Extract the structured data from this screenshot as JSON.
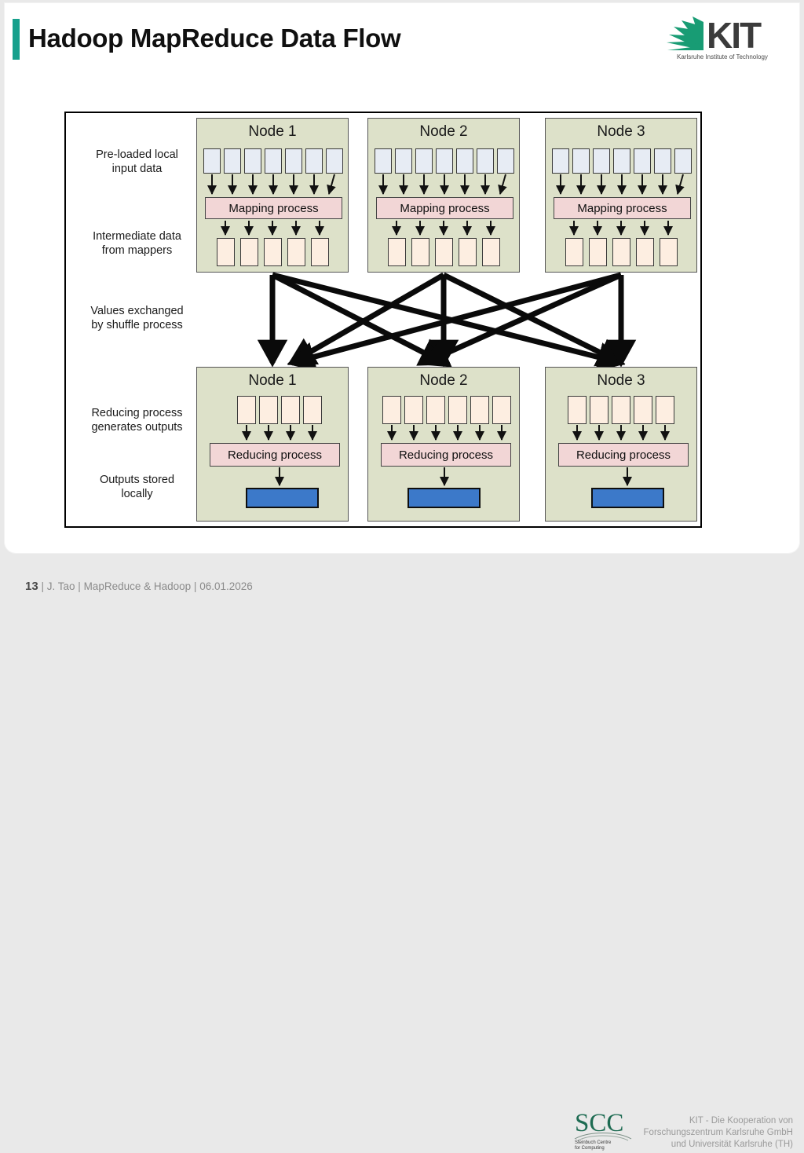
{
  "page": {
    "background_color": "#e9e9e9",
    "slide_background": "#ffffff",
    "accent_color": "#17a08c"
  },
  "header": {
    "title": "Hadoop MapReduce Data Flow",
    "logo": {
      "wordmark": "KIT",
      "subtitle": "Karlsruhe Institute of Technology",
      "ray_color": "#189c74",
      "word_color": "#3b3b3b"
    }
  },
  "diagram": {
    "row_labels": [
      {
        "line1": "Pre-loaded local",
        "line2": "input data"
      },
      {
        "line1": "Intermediate data",
        "line2": "from mappers"
      },
      {
        "line1": "Values exchanged",
        "line2": "by shuffle process"
      },
      {
        "line1": "Reducing process",
        "line2": "generates outputs"
      },
      {
        "line1": "Outputs stored",
        "line2": "locally"
      }
    ],
    "colors": {
      "node_fill": "#dde1c9",
      "input_block_fill": "#e7ecf4",
      "intermediate_block_fill": "#fdeee1",
      "process_fill": "#f2d6d6",
      "output_fill": "#3c79c9",
      "stroke": "#000000"
    },
    "mapper_nodes": [
      {
        "title": "Node 1",
        "process_label": "Mapping process",
        "input_blocks": 7,
        "output_blocks": 5
      },
      {
        "title": "Node 2",
        "process_label": "Mapping process",
        "input_blocks": 7,
        "output_blocks": 5
      },
      {
        "title": "Node 3",
        "process_label": "Mapping process",
        "input_blocks": 7,
        "output_blocks": 5
      }
    ],
    "reducer_nodes": [
      {
        "title": "Node 1",
        "process_label": "Reducing process",
        "input_blocks": 4,
        "has_output": true
      },
      {
        "title": "Node 2",
        "process_label": "Reducing process",
        "input_blocks": 6,
        "has_output": true
      },
      {
        "title": "Node 3",
        "process_label": "Reducing process",
        "input_blocks": 5,
        "has_output": true
      }
    ],
    "shuffle": {
      "description": "Full crossbar: each mapper node sends values to each reducer node",
      "arrow_count": 9,
      "sources": 3,
      "targets": 3
    }
  },
  "footer": {
    "page_number": "13",
    "separator": "|",
    "author": "J. Tao",
    "topic": "MapReduce & Hadoop",
    "date": "06.01.2026",
    "scc_logo": {
      "wordmark": "SCC",
      "subtitle_line1": "Steinbuch Centre",
      "subtitle_line2": "for Computing",
      "color": "#1d6b52"
    },
    "affiliation": {
      "line1": "KIT - Die Kooperation von",
      "line2": "Forschungszentrum Karlsruhe GmbH",
      "line3": "und Universität Karlsruhe (TH)"
    }
  }
}
